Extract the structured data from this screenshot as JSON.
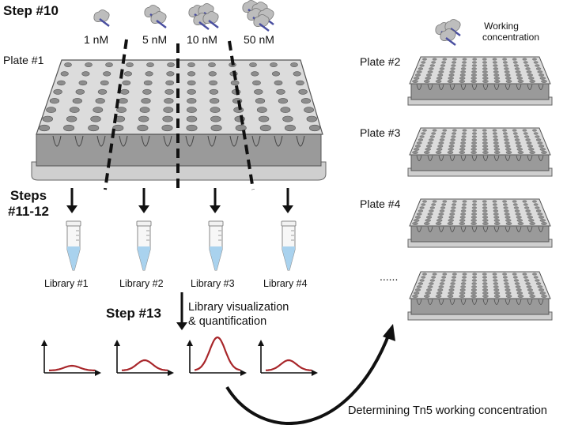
{
  "step10": {
    "label": "Step #10"
  },
  "concentrations": [
    "1 nM",
    "5 nM",
    "10 nM",
    "50 nM"
  ],
  "plate1": {
    "label": "Plate #1"
  },
  "working": {
    "label_line1": "Working",
    "label_line2": "concentration"
  },
  "plates_right": [
    "Plate #2",
    "Plate #3",
    "Plate #4",
    "......"
  ],
  "steps11_12": {
    "line1": "Steps",
    "line2": "#11-12"
  },
  "libraries": [
    "Library #1",
    "Library #2",
    "Library #3",
    "Library #4"
  ],
  "step13": {
    "label": "Step #13",
    "desc_line1": "Library visualization",
    "desc_line2": "& quantification"
  },
  "determining": {
    "label": "Determining Tn5 working concentration"
  },
  "colors": {
    "curve": "#a8262a",
    "plate_top": "#dcdcdc",
    "plate_side": "#9a9a9a",
    "tube_liquid": "#a9d2ee"
  }
}
